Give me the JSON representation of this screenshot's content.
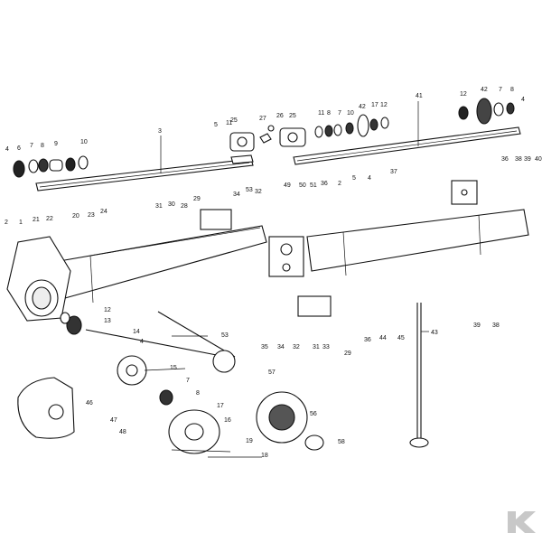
{
  "diagram": {
    "labels": [
      {
        "id": "n1",
        "text": "1"
      },
      {
        "id": "n2a",
        "text": "2"
      },
      {
        "id": "n2b",
        "text": "2"
      },
      {
        "id": "n3",
        "text": "3"
      },
      {
        "id": "n4a",
        "text": "4"
      },
      {
        "id": "n4b",
        "text": "4"
      },
      {
        "id": "n4c",
        "text": "4"
      },
      {
        "id": "n4d",
        "text": "4"
      },
      {
        "id": "n5a",
        "text": "5"
      },
      {
        "id": "n5b",
        "text": "5"
      },
      {
        "id": "n6",
        "text": "6"
      },
      {
        "id": "n7a",
        "text": "7"
      },
      {
        "id": "n7b",
        "text": "7"
      },
      {
        "id": "n7c",
        "text": "7"
      },
      {
        "id": "n7d",
        "text": "7"
      },
      {
        "id": "n8a",
        "text": "8"
      },
      {
        "id": "n8b",
        "text": "8"
      },
      {
        "id": "n8c",
        "text": "8"
      },
      {
        "id": "n8d",
        "text": "8"
      },
      {
        "id": "n9",
        "text": "9"
      },
      {
        "id": "n10a",
        "text": "10"
      },
      {
        "id": "n10b",
        "text": "10"
      },
      {
        "id": "n11a",
        "text": "11"
      },
      {
        "id": "n11b",
        "text": "11"
      },
      {
        "id": "n12a",
        "text": "12"
      },
      {
        "id": "n12b",
        "text": "12"
      },
      {
        "id": "n12c",
        "text": "12"
      },
      {
        "id": "n13",
        "text": "13"
      },
      {
        "id": "n14",
        "text": "14"
      },
      {
        "id": "n15",
        "text": "15"
      },
      {
        "id": "n16",
        "text": "16"
      },
      {
        "id": "n17a",
        "text": "17"
      },
      {
        "id": "n17b",
        "text": "17"
      },
      {
        "id": "n18",
        "text": "18"
      },
      {
        "id": "n19",
        "text": "19"
      },
      {
        "id": "n20",
        "text": "20"
      },
      {
        "id": "n21",
        "text": "21"
      },
      {
        "id": "n22",
        "text": "22"
      },
      {
        "id": "n23",
        "text": "23"
      },
      {
        "id": "n24",
        "text": "24"
      },
      {
        "id": "n25a",
        "text": "25"
      },
      {
        "id": "n25b",
        "text": "25"
      },
      {
        "id": "n26",
        "text": "26"
      },
      {
        "id": "n27",
        "text": "27"
      },
      {
        "id": "n28",
        "text": "28"
      },
      {
        "id": "n29a",
        "text": "29"
      },
      {
        "id": "n29b",
        "text": "29"
      },
      {
        "id": "n30",
        "text": "30"
      },
      {
        "id": "n31a",
        "text": "31"
      },
      {
        "id": "n31b",
        "text": "31"
      },
      {
        "id": "n32a",
        "text": "32"
      },
      {
        "id": "n32b",
        "text": "32"
      },
      {
        "id": "n33",
        "text": "33"
      },
      {
        "id": "n34a",
        "text": "34"
      },
      {
        "id": "n34b",
        "text": "34"
      },
      {
        "id": "n35",
        "text": "35"
      },
      {
        "id": "n36a",
        "text": "36"
      },
      {
        "id": "n36b",
        "text": "36"
      },
      {
        "id": "n36c",
        "text": "36"
      },
      {
        "id": "n37",
        "text": "37"
      },
      {
        "id": "n38a",
        "text": "38"
      },
      {
        "id": "n38b",
        "text": "38"
      },
      {
        "id": "n39a",
        "text": "39"
      },
      {
        "id": "n39b",
        "text": "39"
      },
      {
        "id": "n40",
        "text": "40"
      },
      {
        "id": "n41",
        "text": "41"
      },
      {
        "id": "n42a",
        "text": "42"
      },
      {
        "id": "n42b",
        "text": "42"
      },
      {
        "id": "n43",
        "text": "43"
      },
      {
        "id": "n44",
        "text": "44"
      },
      {
        "id": "n45",
        "text": "45"
      },
      {
        "id": "n46",
        "text": "46"
      },
      {
        "id": "n47",
        "text": "47"
      },
      {
        "id": "n48",
        "text": "48"
      },
      {
        "id": "n49",
        "text": "49"
      },
      {
        "id": "n50",
        "text": "50"
      },
      {
        "id": "n51",
        "text": "51"
      },
      {
        "id": "n53a",
        "text": "53"
      },
      {
        "id": "n53b",
        "text": "53"
      },
      {
        "id": "n56",
        "text": "56"
      },
      {
        "id": "n57",
        "text": "57"
      },
      {
        "id": "n58",
        "text": "58"
      }
    ]
  },
  "logo": {
    "name": "kverneland-k-logo",
    "color": "#c8c8c8"
  }
}
